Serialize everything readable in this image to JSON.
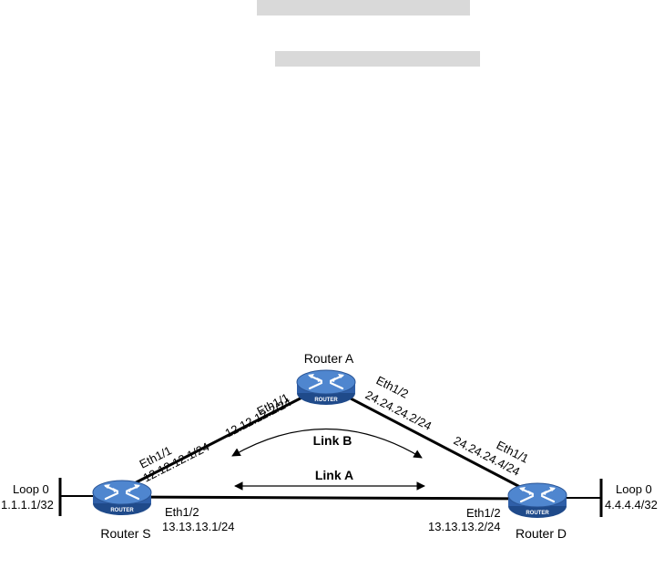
{
  "routers": {
    "a": {
      "name": "Router A",
      "badge": "ROUTER"
    },
    "s": {
      "name": "Router S",
      "badge": "ROUTER"
    },
    "d": {
      "name": "Router D",
      "badge": "ROUTER"
    }
  },
  "loopbacks": {
    "s": {
      "name": "Loop 0",
      "ip": "1.1.1.1/32"
    },
    "d": {
      "name": "Loop 0",
      "ip": "4.4.4.4/32"
    }
  },
  "interfaces": {
    "a_left": {
      "name": "Eth1/1",
      "ip": "12.12.12.2/24"
    },
    "a_right": {
      "name": "Eth1/2",
      "ip": "24.24.24.2/24"
    },
    "s_up": {
      "name": "Eth1/1",
      "ip": "12.12.12.1/24"
    },
    "s_right": {
      "name": "Eth1/2",
      "ip": "13.13.13.1/24"
    },
    "d_up": {
      "name": "Eth1/1",
      "ip": "24.24.24.4/24"
    },
    "d_left": {
      "name": "Eth1/2",
      "ip": "13.13.13.2/24"
    }
  },
  "links": {
    "b": "Link B",
    "a": "Link A"
  },
  "colors": {
    "router_body": "#2f5fa8",
    "router_top": "#4f86cf",
    "line": "#000000",
    "redaction_bar": "#d9d9d9"
  }
}
